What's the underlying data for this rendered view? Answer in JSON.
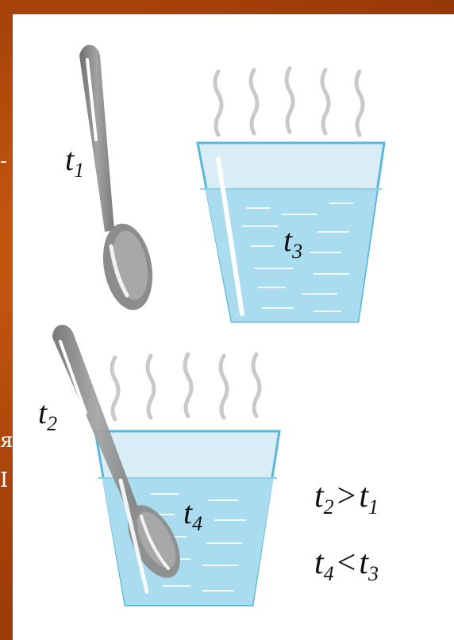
{
  "edge_fragments": [
    "-",
    "я",
    "I"
  ],
  "labels": {
    "t1": {
      "base": "t",
      "sub": "1"
    },
    "t2": {
      "base": "t",
      "sub": "2"
    },
    "t3": {
      "base": "t",
      "sub": "3"
    },
    "t4": {
      "base": "t",
      "sub": "4"
    }
  },
  "relations": [
    {
      "left": "t",
      "left_sub": "2",
      "op": ">",
      "right": "t",
      "right_sub": "1"
    },
    {
      "left": "t",
      "left_sub": "4",
      "op": "<",
      "right": "t",
      "right_sub": "3"
    }
  ],
  "colors": {
    "background": "#b04a08",
    "panel": "#ffffff",
    "water": "#a9dcef",
    "spoon": "#8c8c8c"
  }
}
